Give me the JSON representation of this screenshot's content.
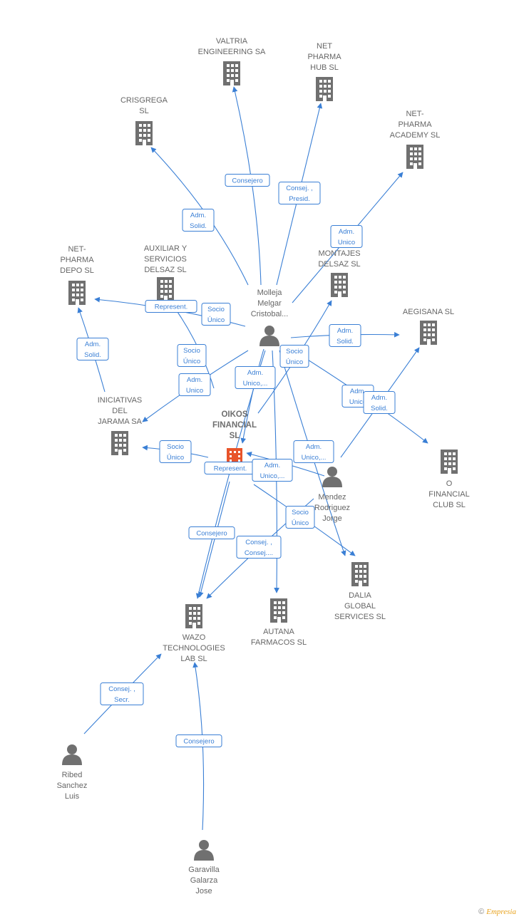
{
  "colors": {
    "edge": "#3a7fd5",
    "company": "#707070",
    "main_company": "#e8542a",
    "person": "#707070"
  },
  "nodes": [
    {
      "id": "valtria",
      "type": "company",
      "label": [
        "VALTRIA",
        "ENGINEERING SA"
      ]
    },
    {
      "id": "nethub",
      "type": "company",
      "label": [
        "NET",
        "PHARMA",
        "HUB  SL"
      ]
    },
    {
      "id": "crisgrega",
      "type": "company",
      "label": [
        "CRISGREGA",
        "SL"
      ]
    },
    {
      "id": "netacademy",
      "type": "company",
      "label": [
        "NET-",
        "PHARMA",
        "ACADEMY  SL"
      ]
    },
    {
      "id": "netdepo",
      "type": "company",
      "label": [
        "NET-",
        "PHARMA",
        "DEPO  SL"
      ]
    },
    {
      "id": "auxiliar",
      "type": "company",
      "label": [
        "AUXILIAR Y",
        "SERVICIOS",
        "DELSAZ SL"
      ]
    },
    {
      "id": "montajes",
      "type": "company",
      "label": [
        "MONTAJES",
        "DELSAZ SL"
      ]
    },
    {
      "id": "molleja",
      "type": "person",
      "label": [
        "Molleja",
        "Melgar",
        "Cristobal..."
      ]
    },
    {
      "id": "aegisana",
      "type": "company",
      "label": [
        "AEGISANA  SL"
      ]
    },
    {
      "id": "iniciativas",
      "type": "company",
      "label": [
        "INICIATIVAS",
        "DEL",
        "JARAMA SA"
      ]
    },
    {
      "id": "oikos",
      "type": "main",
      "label": [
        "OIKOS",
        "FINANCIAL",
        "SL"
      ]
    },
    {
      "id": "ofinancial",
      "type": "company",
      "label": [
        "O",
        "FINANCIAL",
        "CLUB  SL"
      ]
    },
    {
      "id": "mendez",
      "type": "person",
      "label": [
        "Mendez",
        "Rodriguez",
        "Jorge"
      ]
    },
    {
      "id": "dalia",
      "type": "company",
      "label": [
        "DALIA",
        "GLOBAL",
        "SERVICES  SL"
      ]
    },
    {
      "id": "autana",
      "type": "company",
      "label": [
        "AUTANA",
        "FARMACOS  SL"
      ]
    },
    {
      "id": "wazo",
      "type": "company",
      "label": [
        "WAZO",
        "TECHNOLOGIES",
        "LAB  SL"
      ]
    },
    {
      "id": "ribed",
      "type": "person",
      "label": [
        "Ribed",
        "Sanchez",
        "Luis"
      ]
    },
    {
      "id": "garavilla",
      "type": "person",
      "label": [
        "Garavilla",
        "Galarza",
        "Jose"
      ]
    }
  ],
  "edge_labels": [
    {
      "id": "e-valtria",
      "lines": [
        "Consejero"
      ]
    },
    {
      "id": "e-nethub",
      "lines": [
        "Consej. ,",
        "Presid."
      ]
    },
    {
      "id": "e-crisgrega",
      "lines": [
        "Adm.",
        "Solid."
      ]
    },
    {
      "id": "e-netacademy",
      "lines": [
        "Adm.",
        "Unico"
      ]
    },
    {
      "id": "e-netdepo",
      "lines": [
        "Represent."
      ]
    },
    {
      "id": "e-auxiliar",
      "lines": [
        "Socio",
        "Único"
      ]
    },
    {
      "id": "e-aegisana",
      "lines": [
        "Adm.",
        "Solid."
      ]
    },
    {
      "id": "e-iniciativas-depo",
      "lines": [
        "Adm.",
        "Solid."
      ]
    },
    {
      "id": "e-oikos-socio",
      "lines": [
        "Socio",
        "Único"
      ]
    },
    {
      "id": "e-molleja-oikos",
      "lines": [
        "Adm.",
        "Unico,..."
      ]
    },
    {
      "id": "e-montajes-socio",
      "lines": [
        "Socio",
        "Único"
      ]
    },
    {
      "id": "e-iniciativas-adm",
      "lines": [
        "Adm.",
        "Unico"
      ]
    },
    {
      "id": "e-mendez-aeg",
      "lines": [
        "Adm.",
        "Unico"
      ]
    },
    {
      "id": "e-mendez-ofc",
      "lines": [
        "Adm.",
        "Solid."
      ]
    },
    {
      "id": "e-iniciativas-socio",
      "lines": [
        "Socio",
        "Único"
      ]
    },
    {
      "id": "e-represent-oikos",
      "lines": [
        "Represent."
      ]
    },
    {
      "id": "e-mendez-oikos",
      "lines": [
        "Adm.",
        "Unico,..."
      ]
    },
    {
      "id": "e-oikos-dalia",
      "lines": [
        "Adm.",
        "Unico,..."
      ]
    },
    {
      "id": "e-dalia-socio",
      "lines": [
        "Socio",
        "Único"
      ]
    },
    {
      "id": "e-wazo-consejero",
      "lines": [
        "Consejero"
      ]
    },
    {
      "id": "e-wazo-consej",
      "lines": [
        "Consej. ,",
        "Consej...."
      ]
    },
    {
      "id": "e-ribed",
      "lines": [
        "Consej. ,",
        "Secr."
      ]
    },
    {
      "id": "e-garavilla",
      "lines": [
        "Consejero"
      ]
    }
  ],
  "footer": {
    "copyright": "©",
    "brand": "Empresia"
  }
}
